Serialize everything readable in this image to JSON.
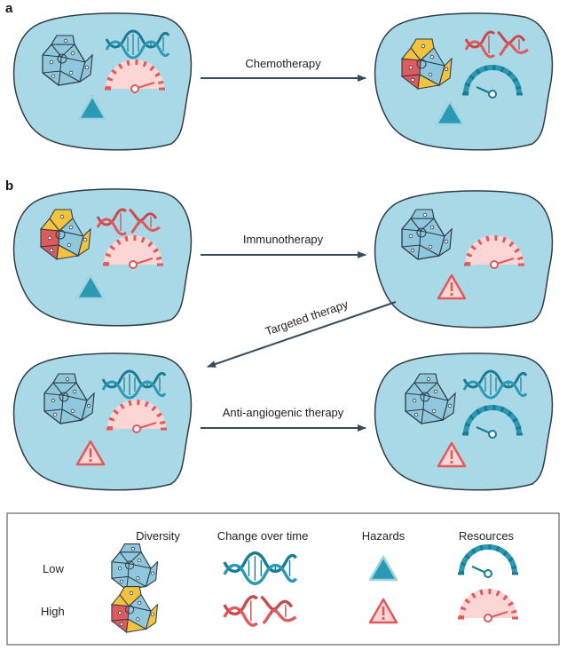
{
  "panels": {
    "a": "a",
    "b": "b"
  },
  "arrows": {
    "chemo": "Chemotherapy",
    "immuno": "Immunotherapy",
    "targeted": "Targeted therapy",
    "antiangio": "Anti-angiogenic therapy"
  },
  "legend": {
    "headers": {
      "diversity": "Diversity",
      "change": "Change over time",
      "hazards": "Hazards",
      "resources": "Resources"
    },
    "rows": {
      "low": "Low",
      "high": "High"
    }
  },
  "colors": {
    "blob": "#a9d8e6",
    "blob_stroke": "#2e3d48",
    "teal": "#2a9ab4",
    "teal_dark": "#1b7b92",
    "red": "#e0595c",
    "pink_fill": "#fbd6d4",
    "yellow": "#f3c23f",
    "cell_blue": "#8fc7dc",
    "arrow": "#34495a"
  },
  "icons": {
    "diversity_low": "cell-cluster-uniform-icon",
    "diversity_high": "cell-cluster-mixed-icon",
    "change_low": "intact-dna-helix-icon",
    "change_high": "broken-dna-helix-icon",
    "hazard_low": "triangle-icon",
    "hazard_high": "warning-triangle-icon",
    "resources_low": "gauge-low-icon",
    "resources_high": "gauge-high-icon"
  }
}
